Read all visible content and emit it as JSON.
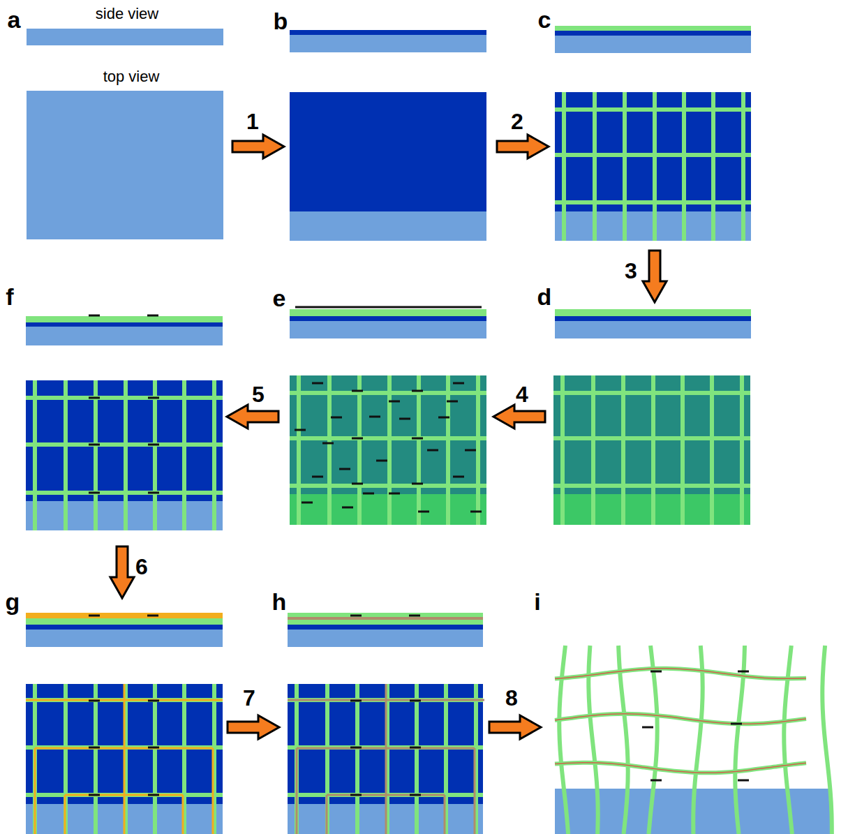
{
  "diagram": {
    "labels": [
      "a",
      "side view",
      "top view",
      "b",
      "c",
      "1",
      "2",
      "3",
      "d",
      "e",
      "f",
      "4",
      "5",
      "6",
      "g",
      "h",
      "i",
      "7",
      "8"
    ]
  }
}
